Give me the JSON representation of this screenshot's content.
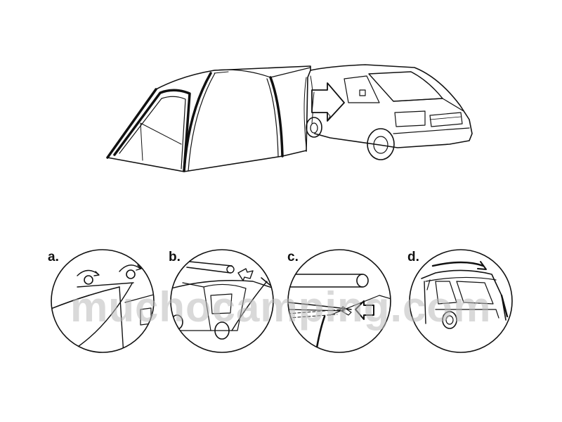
{
  "colors": {
    "line": "#111111",
    "background": "#ffffff",
    "watermark": "#b9b9b9"
  },
  "steps": [
    {
      "label": "a.",
      "icon": "ring-rotation-icon"
    },
    {
      "label": "b.",
      "icon": "cap-insert-arrow-icon"
    },
    {
      "label": "c.",
      "icon": "pole-insert-arrow-icon"
    },
    {
      "label": "d.",
      "icon": "slide-along-roof-arrow-icon"
    }
  ],
  "watermark": {
    "text": "muchocamping.com"
  }
}
